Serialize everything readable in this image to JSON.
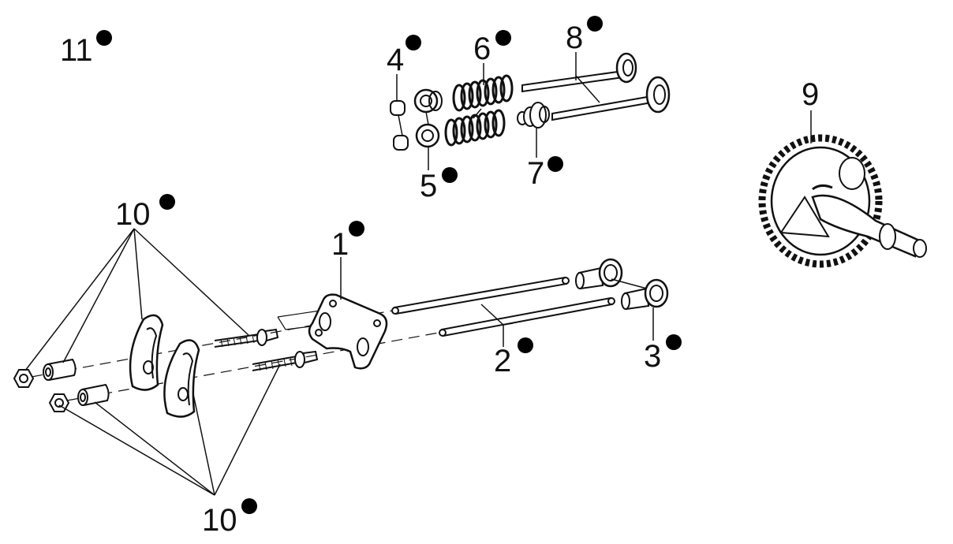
{
  "callouts": [
    {
      "id": "11",
      "label": "11",
      "marked": true
    },
    {
      "id": "4",
      "label": "4",
      "marked": true
    },
    {
      "id": "6",
      "label": "6",
      "marked": true
    },
    {
      "id": "8",
      "label": "8",
      "marked": true
    },
    {
      "id": "5",
      "label": "5",
      "marked": true
    },
    {
      "id": "7",
      "label": "7",
      "marked": true
    },
    {
      "id": "9",
      "label": "9",
      "marked": false
    },
    {
      "id": "10-top",
      "label": "10",
      "marked": true
    },
    {
      "id": "1",
      "label": "1",
      "marked": true
    },
    {
      "id": "2",
      "label": "2",
      "marked": true
    },
    {
      "id": "3",
      "label": "3",
      "marked": true
    },
    {
      "id": "10-bottom",
      "label": "10",
      "marked": true
    }
  ],
  "colors": {
    "ink": "#111111",
    "background": "#ffffff"
  }
}
